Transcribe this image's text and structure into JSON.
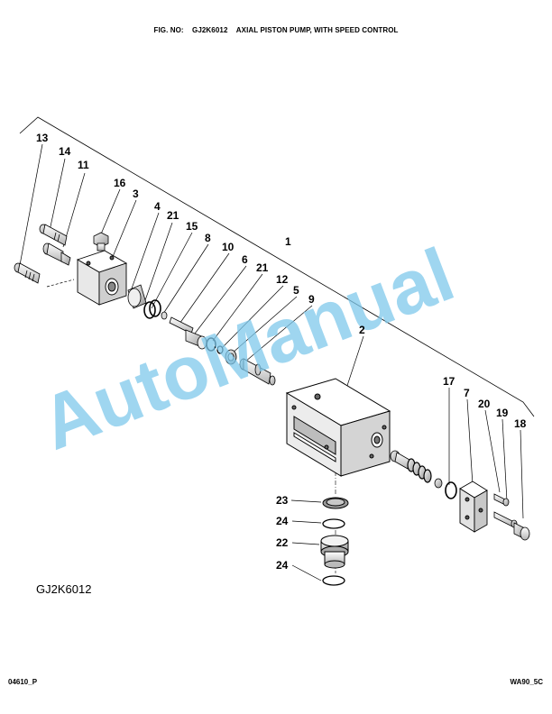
{
  "header": {
    "fig_label": "FIG. NO:",
    "fig_code": "GJ2K6012",
    "title": "AXIAL PISTON PUMP, WITH SPEED CONTROL"
  },
  "figure_id": "GJ2K6012",
  "footer": {
    "left": "04610_P",
    "right": "WA90_5C"
  },
  "watermark": "AutoManual",
  "callouts": [
    "13",
    "14",
    "11",
    "16",
    "3",
    "4",
    "21",
    "15",
    "8",
    "10",
    "6",
    "21",
    "12",
    "5",
    "9",
    "1",
    "2",
    "17",
    "7",
    "20",
    "19",
    "18",
    "23",
    "24",
    "22",
    "24"
  ],
  "colors": {
    "watermark": "#7fc9ec",
    "line": "#000000"
  }
}
